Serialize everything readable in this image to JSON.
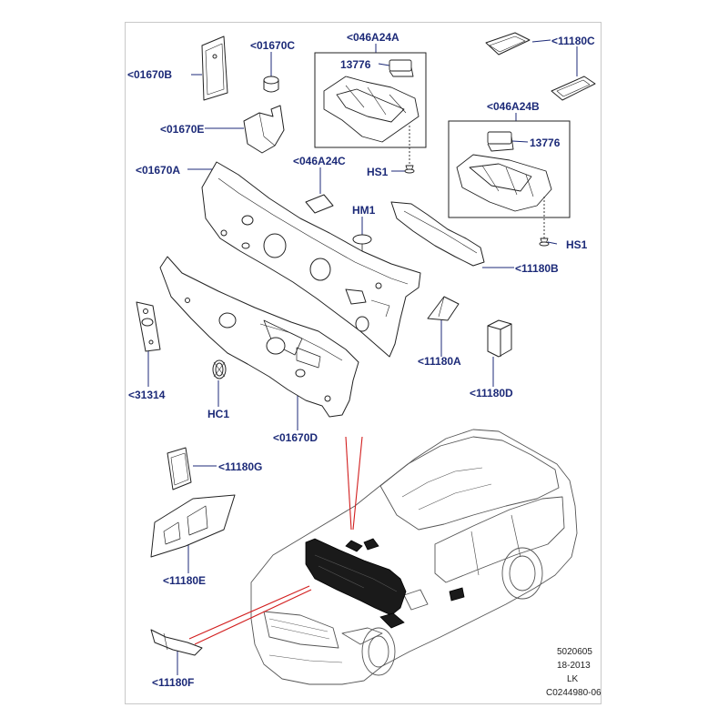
{
  "callouts": {
    "p01670B": "<01670B",
    "p01670C": "<01670C",
    "p046A24A": "<046A24A",
    "p13776a": "13776",
    "p11180C": "<11180C",
    "p01670E": "<01670E",
    "p046A24B": "<046A24B",
    "p13776b": "13776",
    "p01670A": "<01670A",
    "p046A24C": "<046A24C",
    "hs1a": "HS1",
    "hm1": "HM1",
    "hs1b": "HS1",
    "p11180B": "<11180B",
    "p11180A": "<11180A",
    "p11180D": "<11180D",
    "p31314": "<31314",
    "hc1": "HC1",
    "p01670D": "<01670D",
    "p11180G": "<11180G",
    "p11180E": "<11180E",
    "p11180F": "<11180F"
  },
  "reference": {
    "line1": "5020605",
    "line2": "18-2013",
    "line3": "LK",
    "line4": "C0244980-06"
  },
  "colors": {
    "label": "#1c2a78",
    "leader": "#1c2a78",
    "part_stroke": "#222222",
    "part_fill": "#ffffff",
    "highlight": "#1a1a1a",
    "pointer": "#d21e1e"
  }
}
